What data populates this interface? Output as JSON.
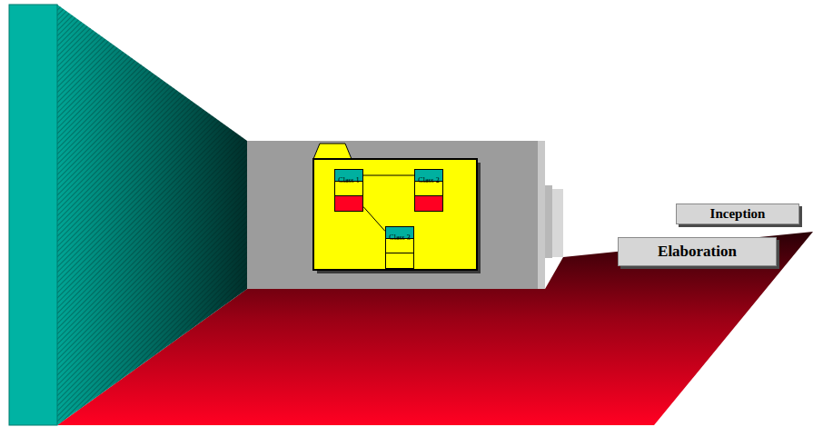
{
  "diagram": {
    "nodes": [
      {
        "text": [
          "Class 1"
        ]
      },
      {
        "text": [
          "Class 2"
        ]
      },
      {
        "text": [
          "Class 3"
        ]
      },
      {
        "text": [
          "Inception"
        ]
      },
      {
        "text": [
          "Elaboration"
        ]
      }
    ],
    "edges": [
      {
        "from": 0,
        "to": 1,
        "arrow": "none"
      },
      {
        "from": 0,
        "to": 2,
        "arrow": "none"
      }
    ]
  }
}
